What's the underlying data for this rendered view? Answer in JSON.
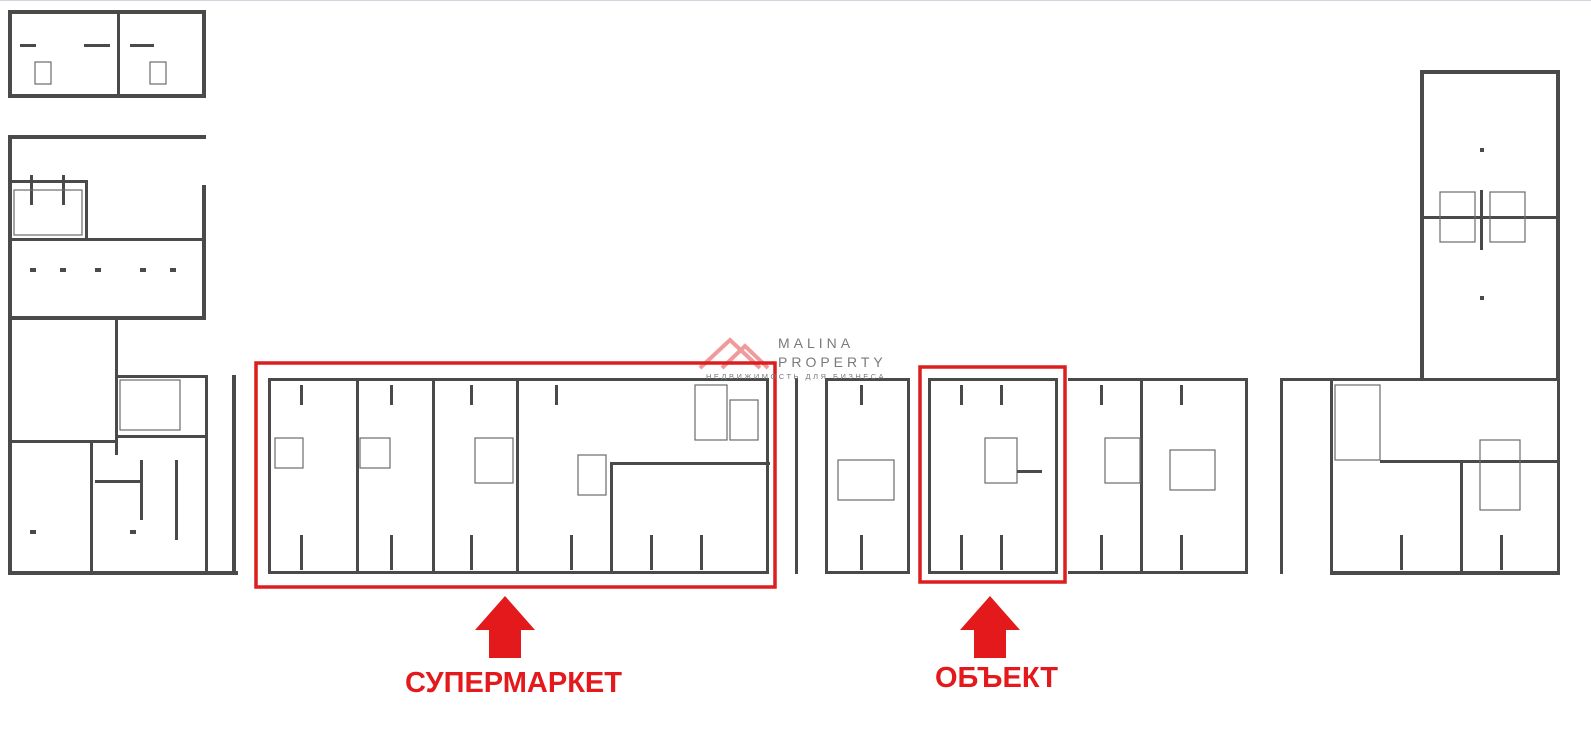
{
  "watermark": {
    "line1": "MALINA",
    "line2": "PROPERTY",
    "line3": "НЕДВИЖИМОСТЬ ДЛЯ БИЗНЕСА",
    "logo_icon": "house-roof-logo",
    "color": "#7a7a7a"
  },
  "labels": {
    "supermarket": "СУПЕРМАРКЕТ",
    "object": "ОБЪЕКТ"
  },
  "colors": {
    "highlight": "#dc1e1e",
    "arrow": "#e3191c",
    "wall": "#4a4a4a"
  },
  "icons": {
    "supermarket_arrow": "up-arrow-icon",
    "object_arrow": "up-arrow-icon"
  }
}
